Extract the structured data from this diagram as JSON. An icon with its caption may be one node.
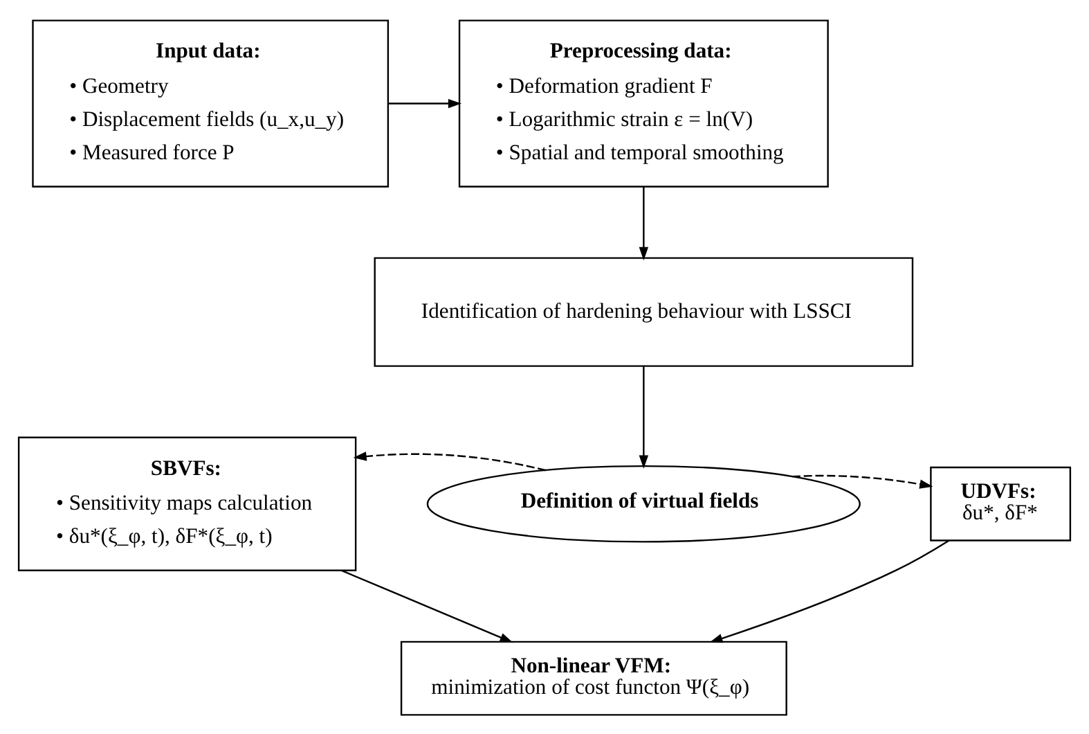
{
  "diagram": {
    "nodes": [
      {
        "text": [
          "Input data:",
          "• Geometry",
          "• Displacement fields (u_x,u_y)",
          "• Measured force P"
        ]
      },
      {
        "text": [
          "Preprocessing data:",
          "• Deformation gradient F",
          "• Logarithmic strain ε = ln(V)",
          "• Spatial and temporal smoothing"
        ]
      },
      {
        "text": [
          "Identification of hardening behaviour with LSSCI"
        ]
      },
      {
        "text": [
          "Definition of virtual fields"
        ]
      },
      {
        "text": [
          "SBVFs:",
          "• Sensitivity maps calculation",
          "• δu*(ξ_φ, t), δF*(ξ_φ, t)"
        ]
      },
      {
        "text": [
          "UDVFs:",
          "δu*, δF*"
        ]
      },
      {
        "text": [
          "Non-linear VFM:",
          "minimization of cost functon Ψ(ξ_φ)"
        ]
      }
    ],
    "edges": [
      {
        "from": 0,
        "to": 1,
        "arrow": "to"
      },
      {
        "from": 1,
        "to": 2,
        "arrow": "to"
      },
      {
        "from": 2,
        "to": 3,
        "arrow": "to"
      },
      {
        "from": 3,
        "to": 4,
        "arrow": "to",
        "style": "dashed"
      },
      {
        "from": 3,
        "to": 5,
        "arrow": "to",
        "style": "dashed"
      },
      {
        "from": 4,
        "to": 6,
        "arrow": "to"
      },
      {
        "from": 5,
        "to": 6,
        "arrow": "to"
      }
    ]
  }
}
